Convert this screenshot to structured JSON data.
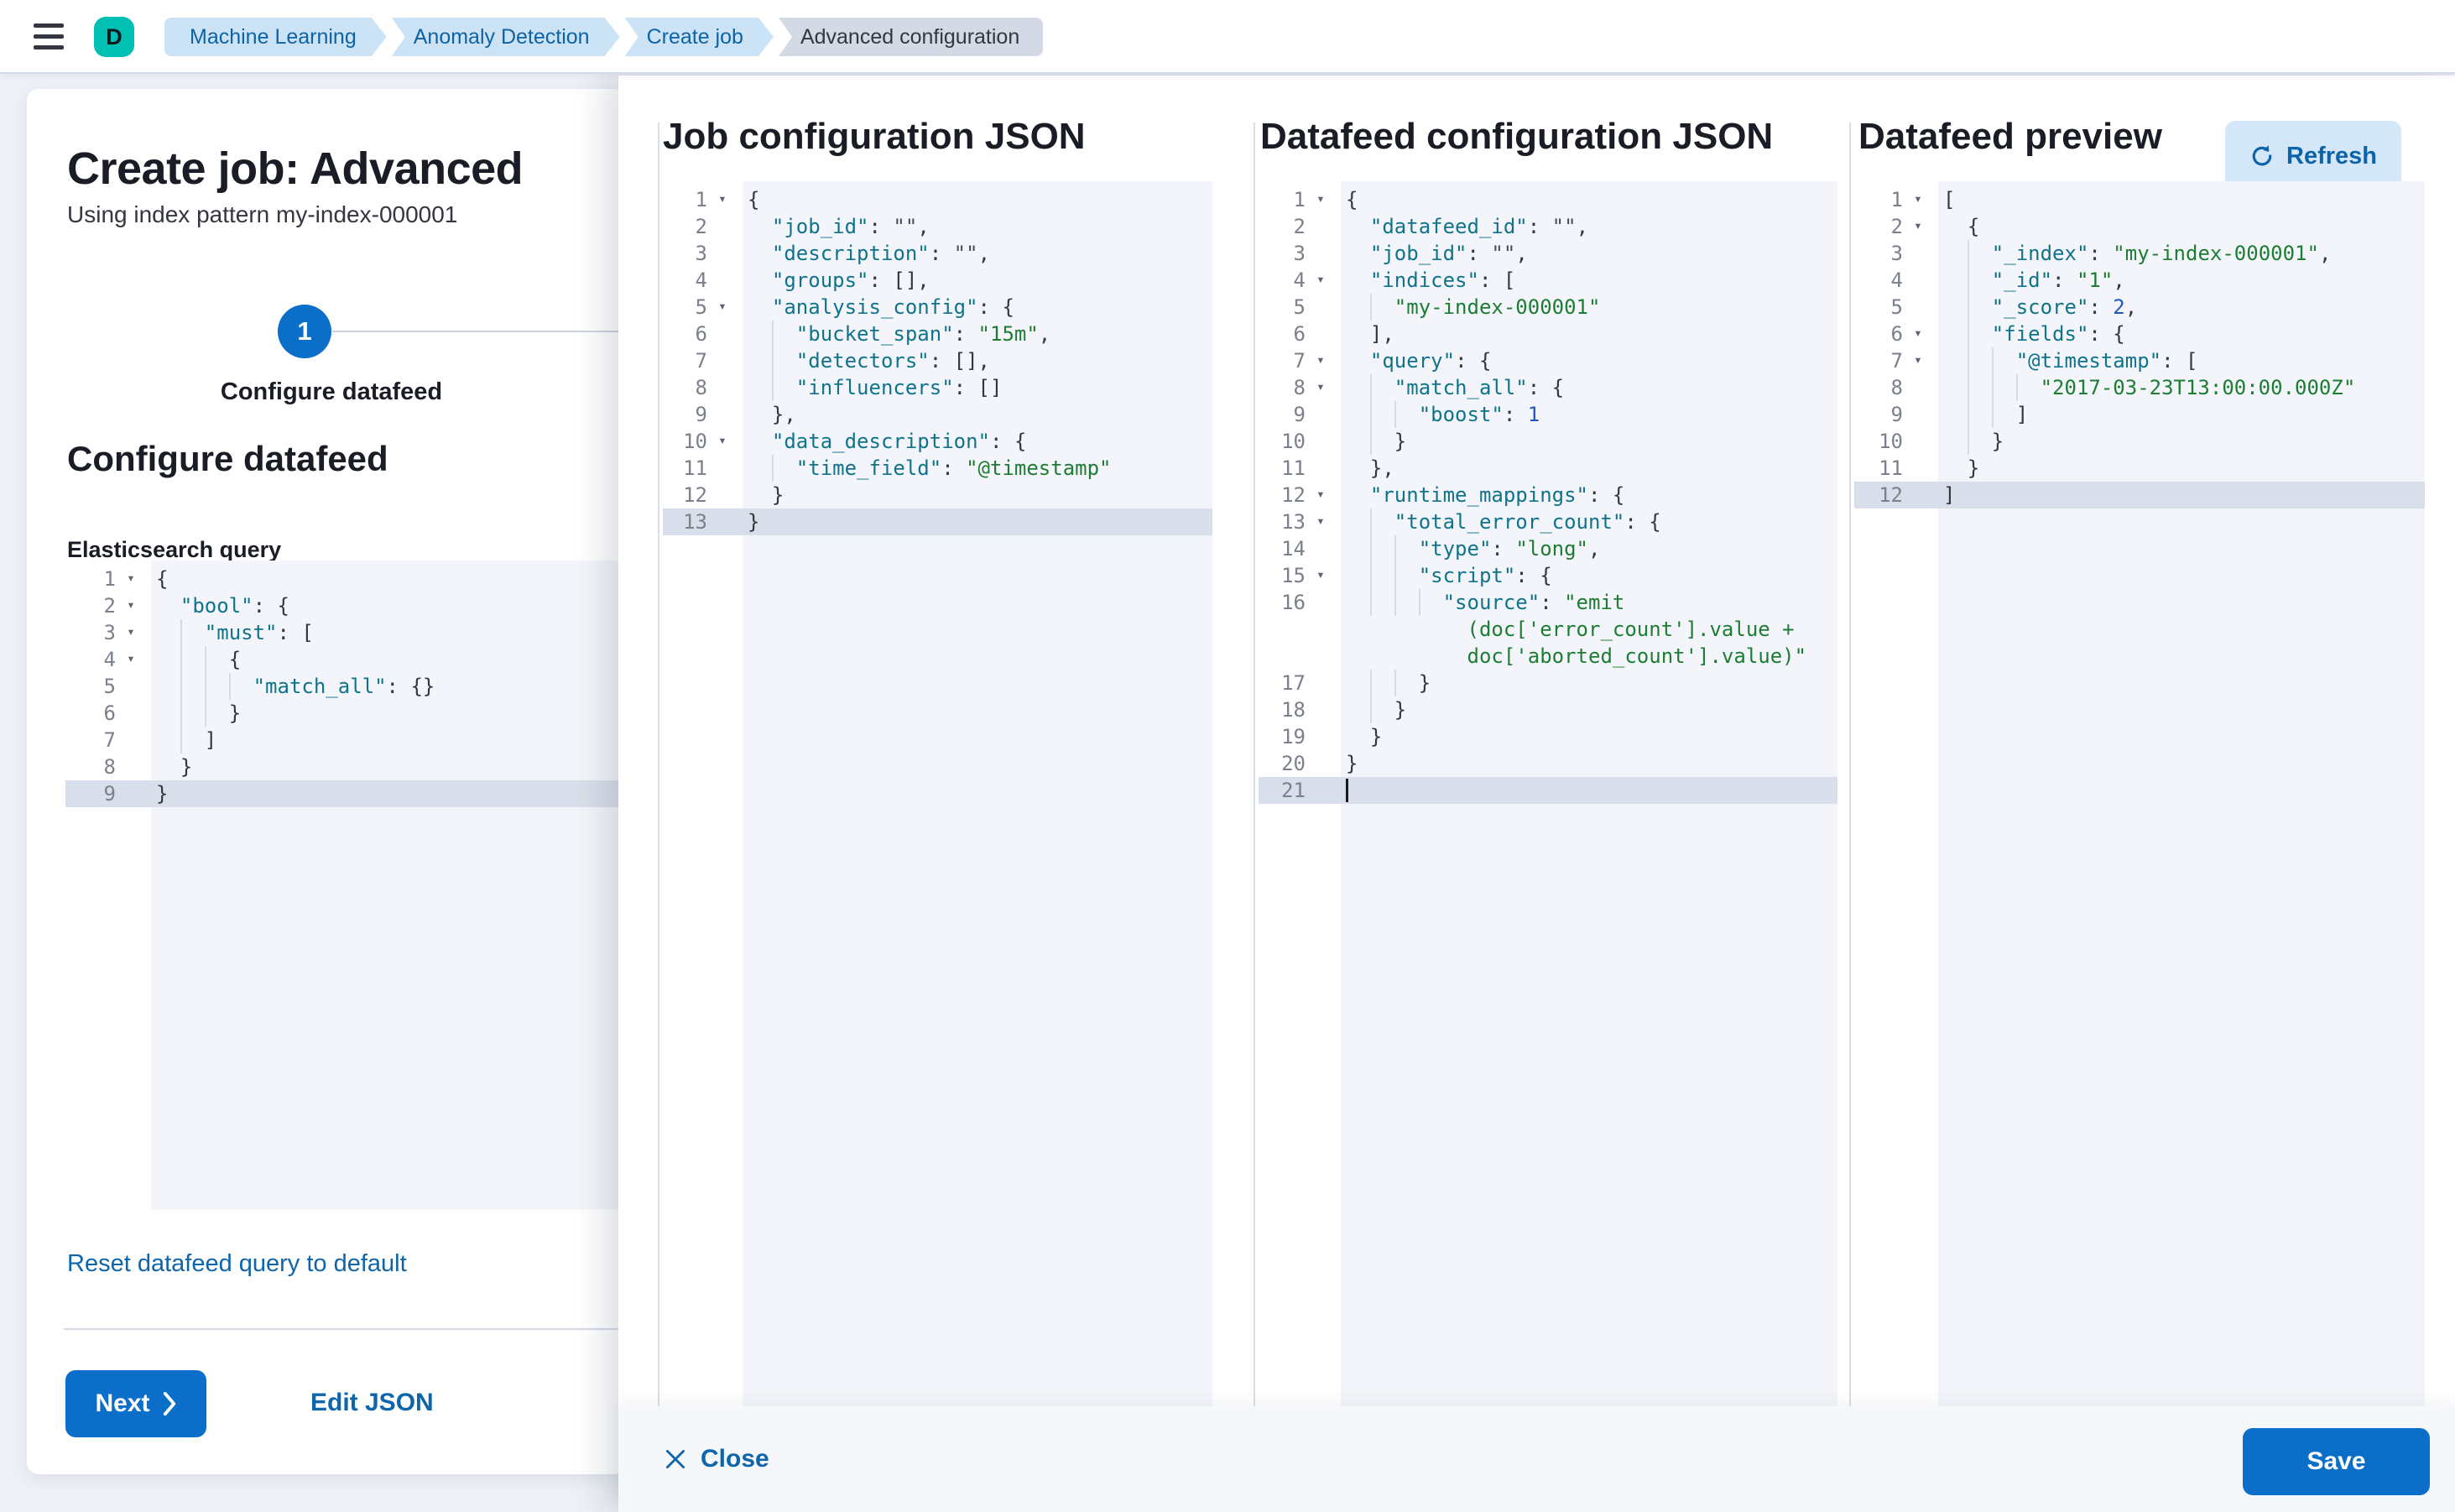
{
  "header": {
    "avatar_letter": "D",
    "breadcrumbs": [
      {
        "label": "Machine Learning",
        "current": false
      },
      {
        "label": "Anomaly Detection",
        "current": false
      },
      {
        "label": "Create job",
        "current": false
      },
      {
        "label": "Advanced configuration",
        "current": true
      }
    ]
  },
  "wizard": {
    "title": "Create job: Advanced",
    "subtitle": "Using index pattern my-index-000001",
    "step_number": "1",
    "step_label": "Configure datafeed",
    "section_heading": "Configure datafeed",
    "es_query_label": "Elasticsearch query",
    "reset_link": "Reset datafeed query to default",
    "next_label": "Next",
    "edit_json_label": "Edit JSON"
  },
  "flyout": {
    "job_title": "Job configuration JSON",
    "datafeed_title": "Datafeed configuration JSON",
    "preview_title": "Datafeed preview",
    "refresh_label": "Refresh",
    "close_label": "Close",
    "save_label": "Save"
  },
  "colors": {
    "accent_blue": "#0B6EC8",
    "link_blue": "#0D65AB",
    "avatar_teal": "#00BFB3",
    "code_key": "#10738C",
    "code_string": "#1C7D33",
    "code_number": "#2156BD"
  },
  "editors": {
    "es_query": {
      "lines": [
        {
          "n": "1",
          "fold": true,
          "guides": 0,
          "hl": false,
          "t": [
            [
              "p",
              "{"
            ]
          ]
        },
        {
          "n": "2",
          "fold": true,
          "guides": 0,
          "hl": false,
          "t": [
            [
              "p",
              "  "
            ],
            [
              "k",
              "\"bool\""
            ],
            [
              "p",
              ": {"
            ]
          ]
        },
        {
          "n": "3",
          "fold": true,
          "guides": 1,
          "hl": false,
          "t": [
            [
              "p",
              "    "
            ],
            [
              "k",
              "\"must\""
            ],
            [
              "p",
              ": ["
            ]
          ]
        },
        {
          "n": "4",
          "fold": true,
          "guides": 2,
          "hl": false,
          "t": [
            [
              "p",
              "      {"
            ]
          ]
        },
        {
          "n": "5",
          "fold": false,
          "guides": 3,
          "hl": false,
          "t": [
            [
              "p",
              "        "
            ],
            [
              "k",
              "\"match_all\""
            ],
            [
              "p",
              ": {}"
            ]
          ]
        },
        {
          "n": "6",
          "fold": false,
          "guides": 2,
          "hl": false,
          "t": [
            [
              "p",
              "      }"
            ]
          ]
        },
        {
          "n": "7",
          "fold": false,
          "guides": 1,
          "hl": false,
          "t": [
            [
              "p",
              "    ]"
            ]
          ]
        },
        {
          "n": "8",
          "fold": false,
          "guides": 0,
          "hl": false,
          "t": [
            [
              "p",
              "  }"
            ]
          ]
        },
        {
          "n": "9",
          "fold": false,
          "guides": 0,
          "hl": true,
          "t": [
            [
              "p",
              "}"
            ]
          ]
        }
      ]
    },
    "job_config": {
      "lines": [
        {
          "n": "1",
          "fold": true,
          "guides": 0,
          "hl": false,
          "t": [
            [
              "p",
              "{"
            ]
          ]
        },
        {
          "n": "2",
          "fold": false,
          "guides": 0,
          "hl": false,
          "t": [
            [
              "p",
              "  "
            ],
            [
              "k",
              "\"job_id\""
            ],
            [
              "p",
              ": "
            ],
            [
              "m",
              "\"\""
            ],
            [
              "p",
              ","
            ]
          ]
        },
        {
          "n": "3",
          "fold": false,
          "guides": 0,
          "hl": false,
          "t": [
            [
              "p",
              "  "
            ],
            [
              "k",
              "\"description\""
            ],
            [
              "p",
              ": "
            ],
            [
              "m",
              "\"\""
            ],
            [
              "p",
              ","
            ]
          ]
        },
        {
          "n": "4",
          "fold": false,
          "guides": 0,
          "hl": false,
          "t": [
            [
              "p",
              "  "
            ],
            [
              "k",
              "\"groups\""
            ],
            [
              "p",
              ": [],"
            ]
          ]
        },
        {
          "n": "5",
          "fold": true,
          "guides": 0,
          "hl": false,
          "t": [
            [
              "p",
              "  "
            ],
            [
              "k",
              "\"analysis_config\""
            ],
            [
              "p",
              ": {"
            ]
          ]
        },
        {
          "n": "6",
          "fold": false,
          "guides": 1,
          "hl": false,
          "t": [
            [
              "p",
              "    "
            ],
            [
              "k",
              "\"bucket_span\""
            ],
            [
              "p",
              ": "
            ],
            [
              "s",
              "\"15m\""
            ],
            [
              "p",
              ","
            ]
          ]
        },
        {
          "n": "7",
          "fold": false,
          "guides": 1,
          "hl": false,
          "t": [
            [
              "p",
              "    "
            ],
            [
              "k",
              "\"detectors\""
            ],
            [
              "p",
              ": [],"
            ]
          ]
        },
        {
          "n": "8",
          "fold": false,
          "guides": 1,
          "hl": false,
          "t": [
            [
              "p",
              "    "
            ],
            [
              "k",
              "\"influencers\""
            ],
            [
              "p",
              ": []"
            ]
          ]
        },
        {
          "n": "9",
          "fold": false,
          "guides": 0,
          "hl": false,
          "t": [
            [
              "p",
              "  },"
            ]
          ]
        },
        {
          "n": "10",
          "fold": true,
          "guides": 0,
          "hl": false,
          "t": [
            [
              "p",
              "  "
            ],
            [
              "k",
              "\"data_description\""
            ],
            [
              "p",
              ": {"
            ]
          ]
        },
        {
          "n": "11",
          "fold": false,
          "guides": 1,
          "hl": false,
          "t": [
            [
              "p",
              "    "
            ],
            [
              "k",
              "\"time_field\""
            ],
            [
              "p",
              ": "
            ],
            [
              "s",
              "\"@timestamp\""
            ]
          ]
        },
        {
          "n": "12",
          "fold": false,
          "guides": 0,
          "hl": false,
          "t": [
            [
              "p",
              "  }"
            ]
          ]
        },
        {
          "n": "13",
          "fold": false,
          "guides": 0,
          "hl": true,
          "t": [
            [
              "p",
              "}"
            ]
          ]
        }
      ]
    },
    "datafeed_config": {
      "lines": [
        {
          "n": "1",
          "fold": true,
          "guides": 0,
          "hl": false,
          "t": [
            [
              "p",
              "{"
            ]
          ]
        },
        {
          "n": "2",
          "fold": false,
          "guides": 0,
          "hl": false,
          "t": [
            [
              "p",
              "  "
            ],
            [
              "k",
              "\"datafeed_id\""
            ],
            [
              "p",
              ": "
            ],
            [
              "m",
              "\"\""
            ],
            [
              "p",
              ","
            ]
          ]
        },
        {
          "n": "3",
          "fold": false,
          "guides": 0,
          "hl": false,
          "t": [
            [
              "p",
              "  "
            ],
            [
              "k",
              "\"job_id\""
            ],
            [
              "p",
              ": "
            ],
            [
              "m",
              "\"\""
            ],
            [
              "p",
              ","
            ]
          ]
        },
        {
          "n": "4",
          "fold": true,
          "guides": 0,
          "hl": false,
          "t": [
            [
              "p",
              "  "
            ],
            [
              "k",
              "\"indices\""
            ],
            [
              "p",
              ": ["
            ]
          ]
        },
        {
          "n": "5",
          "fold": false,
          "guides": 1,
          "hl": false,
          "t": [
            [
              "p",
              "    "
            ],
            [
              "s",
              "\"my-index-000001\""
            ]
          ]
        },
        {
          "n": "6",
          "fold": false,
          "guides": 0,
          "hl": false,
          "t": [
            [
              "p",
              "  ],"
            ]
          ]
        },
        {
          "n": "7",
          "fold": true,
          "guides": 0,
          "hl": false,
          "t": [
            [
              "p",
              "  "
            ],
            [
              "k",
              "\"query\""
            ],
            [
              "p",
              ": {"
            ]
          ]
        },
        {
          "n": "8",
          "fold": true,
          "guides": 1,
          "hl": false,
          "t": [
            [
              "p",
              "    "
            ],
            [
              "k",
              "\"match_all\""
            ],
            [
              "p",
              ": {"
            ]
          ]
        },
        {
          "n": "9",
          "fold": false,
          "guides": 2,
          "hl": false,
          "t": [
            [
              "p",
              "      "
            ],
            [
              "k",
              "\"boost\""
            ],
            [
              "p",
              ": "
            ],
            [
              "n",
              "1"
            ]
          ]
        },
        {
          "n": "10",
          "fold": false,
          "guides": 1,
          "hl": false,
          "t": [
            [
              "p",
              "    }"
            ]
          ]
        },
        {
          "n": "11",
          "fold": false,
          "guides": 0,
          "hl": false,
          "t": [
            [
              "p",
              "  },"
            ]
          ]
        },
        {
          "n": "12",
          "fold": true,
          "guides": 0,
          "hl": false,
          "t": [
            [
              "p",
              "  "
            ],
            [
              "k",
              "\"runtime_mappings\""
            ],
            [
              "p",
              ": {"
            ]
          ]
        },
        {
          "n": "13",
          "fold": true,
          "guides": 1,
          "hl": false,
          "t": [
            [
              "p",
              "    "
            ],
            [
              "k",
              "\"total_error_count\""
            ],
            [
              "p",
              ": {"
            ]
          ]
        },
        {
          "n": "14",
          "fold": false,
          "guides": 2,
          "hl": false,
          "t": [
            [
              "p",
              "      "
            ],
            [
              "k",
              "\"type\""
            ],
            [
              "p",
              ": "
            ],
            [
              "s",
              "\"long\""
            ],
            [
              "p",
              ","
            ]
          ]
        },
        {
          "n": "15",
          "fold": true,
          "guides": 2,
          "hl": false,
          "t": [
            [
              "p",
              "      "
            ],
            [
              "k",
              "\"script\""
            ],
            [
              "p",
              ": {"
            ]
          ]
        },
        {
          "n": "16",
          "fold": false,
          "guides": 3,
          "hl": false,
          "t": [
            [
              "p",
              "        "
            ],
            [
              "k",
              "\"source\""
            ],
            [
              "p",
              ": "
            ],
            [
              "s",
              "\"emit"
            ]
          ]
        },
        {
          "n": "",
          "fold": false,
          "guides": 0,
          "hl": false,
          "t": [
            [
              "p",
              "          "
            ],
            [
              "s",
              "(doc['error_count'].value +"
            ]
          ]
        },
        {
          "n": "",
          "fold": false,
          "guides": 0,
          "hl": false,
          "t": [
            [
              "p",
              "          "
            ],
            [
              "s",
              "doc['aborted_count'].value)\""
            ]
          ]
        },
        {
          "n": "17",
          "fold": false,
          "guides": 2,
          "hl": false,
          "t": [
            [
              "p",
              "      }"
            ]
          ]
        },
        {
          "n": "18",
          "fold": false,
          "guides": 1,
          "hl": false,
          "t": [
            [
              "p",
              "    }"
            ]
          ]
        },
        {
          "n": "19",
          "fold": false,
          "guides": 0,
          "hl": false,
          "t": [
            [
              "p",
              "  }"
            ]
          ]
        },
        {
          "n": "20",
          "fold": false,
          "guides": 0,
          "hl": false,
          "t": [
            [
              "p",
              "}"
            ]
          ]
        },
        {
          "n": "21",
          "fold": false,
          "guides": 0,
          "hl": true,
          "cursor": true,
          "t": []
        }
      ]
    },
    "datafeed_preview": {
      "lines": [
        {
          "n": "1",
          "fold": true,
          "guides": 0,
          "hl": false,
          "t": [
            [
              "p",
              "["
            ]
          ]
        },
        {
          "n": "2",
          "fold": true,
          "guides": 0,
          "hl": false,
          "t": [
            [
              "p",
              "  {"
            ]
          ]
        },
        {
          "n": "3",
          "fold": false,
          "guides": 1,
          "hl": false,
          "t": [
            [
              "p",
              "    "
            ],
            [
              "k",
              "\"_index\""
            ],
            [
              "p",
              ": "
            ],
            [
              "s",
              "\"my-index-000001\""
            ],
            [
              "p",
              ","
            ]
          ]
        },
        {
          "n": "4",
          "fold": false,
          "guides": 1,
          "hl": false,
          "t": [
            [
              "p",
              "    "
            ],
            [
              "k",
              "\"_id\""
            ],
            [
              "p",
              ": "
            ],
            [
              "s",
              "\"1\""
            ],
            [
              "p",
              ","
            ]
          ]
        },
        {
          "n": "5",
          "fold": false,
          "guides": 1,
          "hl": false,
          "t": [
            [
              "p",
              "    "
            ],
            [
              "k",
              "\"_score\""
            ],
            [
              "p",
              ": "
            ],
            [
              "n",
              "2"
            ],
            [
              "p",
              ","
            ]
          ]
        },
        {
          "n": "6",
          "fold": true,
          "guides": 1,
          "hl": false,
          "t": [
            [
              "p",
              "    "
            ],
            [
              "k",
              "\"fields\""
            ],
            [
              "p",
              ": {"
            ]
          ]
        },
        {
          "n": "7",
          "fold": true,
          "guides": 2,
          "hl": false,
          "t": [
            [
              "p",
              "      "
            ],
            [
              "k",
              "\"@timestamp\""
            ],
            [
              "p",
              ": ["
            ]
          ]
        },
        {
          "n": "8",
          "fold": false,
          "guides": 3,
          "hl": false,
          "t": [
            [
              "p",
              "        "
            ],
            [
              "s",
              "\"2017-03-23T13:00:00.000Z\""
            ]
          ]
        },
        {
          "n": "9",
          "fold": false,
          "guides": 2,
          "hl": false,
          "t": [
            [
              "p",
              "      ]"
            ]
          ]
        },
        {
          "n": "10",
          "fold": false,
          "guides": 1,
          "hl": false,
          "t": [
            [
              "p",
              "    }"
            ]
          ]
        },
        {
          "n": "11",
          "fold": false,
          "guides": 0,
          "hl": false,
          "t": [
            [
              "p",
              "  }"
            ]
          ]
        },
        {
          "n": "12",
          "fold": false,
          "guides": 0,
          "hl": true,
          "t": [
            [
              "p",
              "]"
            ]
          ]
        }
      ]
    }
  }
}
